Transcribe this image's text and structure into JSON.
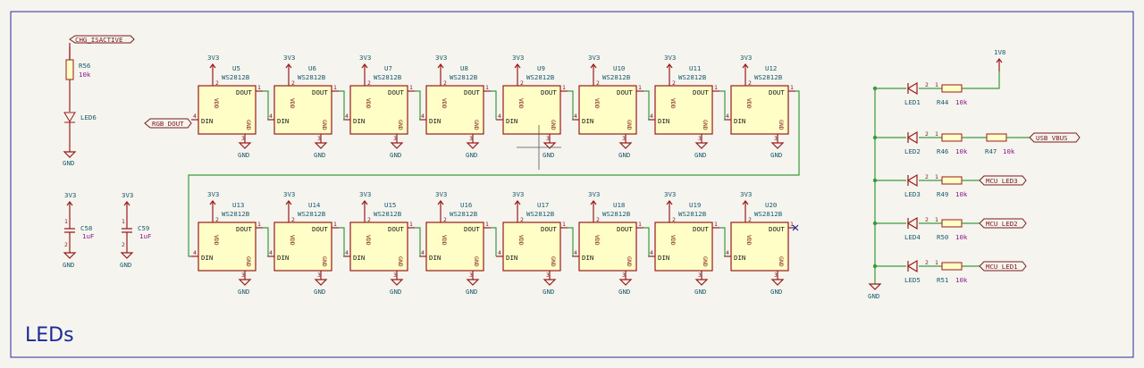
{
  "sheet_title": "LEDs",
  "power": {
    "v33": "3V3",
    "gnd": "GND",
    "v18": "1V8"
  },
  "global_labels": {
    "chg_isactive": "CHG_ISACTIVE",
    "rgb_dout": "RGB_DOUT",
    "usb_vbus": "USB_VBUS",
    "mcu_led3": "MCU_LED3",
    "mcu_led2": "MCU_LED2",
    "mcu_led1": "MCU_LED1"
  },
  "pin_names": {
    "vdd": "VDD",
    "dout": "DOUT",
    "din": "DIN",
    "gnd": "GND"
  },
  "pin_numbers": {
    "one": "1",
    "two": "2",
    "three": "3",
    "four": "4"
  },
  "led_value": "WS2812B",
  "rgb_leds_row1": [
    "U5",
    "U6",
    "U7",
    "U8",
    "U9",
    "U10",
    "U11",
    "U12"
  ],
  "rgb_leds_row2": [
    "U13",
    "U14",
    "U15",
    "U16",
    "U17",
    "U18",
    "U19",
    "U20"
  ],
  "indicator": {
    "r56_ref": "R56",
    "r56_val": "10k",
    "led6_ref": "LED6"
  },
  "caps": [
    {
      "ref": "C58",
      "val": "1uF"
    },
    {
      "ref": "C59",
      "val": "1uF"
    }
  ],
  "status_leds": [
    {
      "led": "LED1",
      "res": "R44",
      "val": "10k"
    },
    {
      "led": "LED2",
      "res": "R46",
      "val": "10k"
    },
    {
      "led": "LED3",
      "res": "R49",
      "val": "10k"
    },
    {
      "led": "LED4",
      "res": "R50",
      "val": "10k"
    },
    {
      "led": "LED5",
      "res": "R51",
      "val": "10k"
    }
  ],
  "r47": {
    "ref": "R47",
    "val": "10k"
  }
}
